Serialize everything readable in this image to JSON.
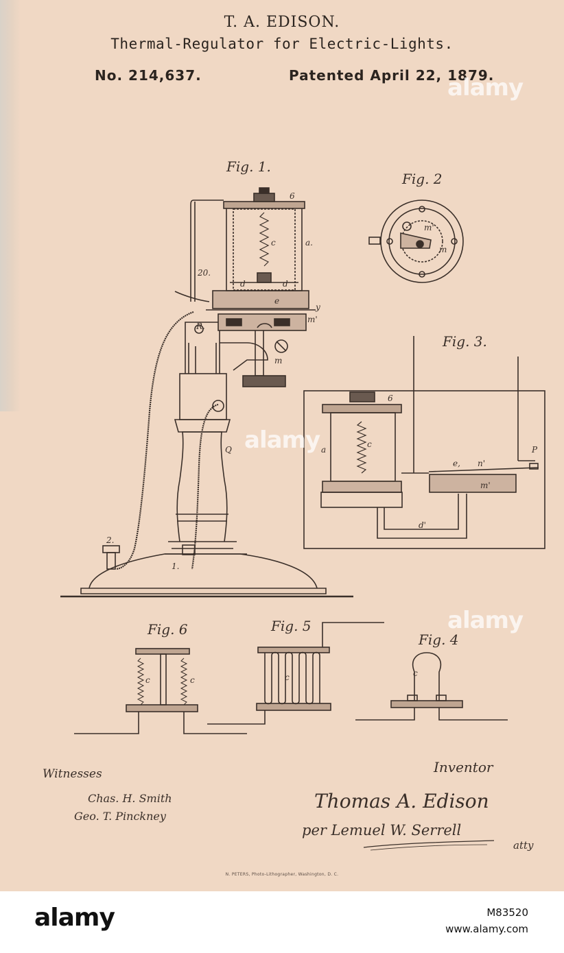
{
  "header": {
    "inventor": "T. A. EDISON.",
    "title": "Thermal-Regulator for Electric-Lights.",
    "patent_number": "No. 214,637.",
    "patent_date": "Patented April 22, 1879."
  },
  "figures": {
    "fig1": "Fig. 1.",
    "fig2": "Fig. 2",
    "fig3": "Fig. 3.",
    "fig4": "Fig. 4",
    "fig5": "Fig. 5",
    "fig6": "Fig. 6"
  },
  "labels": {
    "six": "6",
    "a": "a.",
    "a_plain": "a",
    "c": "c",
    "d": "d",
    "d_prime": "d'",
    "e": "e",
    "e_comma": "e,",
    "n_prime": "n'",
    "n": "n",
    "m": "m",
    "m_prime": "m'",
    "y": "y",
    "r": "R.",
    "twenty": "20.",
    "q": "Q",
    "p": "P",
    "one": "1.",
    "two": "2."
  },
  "signatures": {
    "witnesses_heading": "Witnesses",
    "witness_1": "Chas. H. Smith",
    "witness_2": "Geo. T. Pinckney",
    "inventor_heading": "Inventor",
    "inventor_signature": "Thomas A. Edison",
    "attorney_signature": "per Lemuel W. Serrell",
    "attorney_suffix": "atty"
  },
  "printer_credit": "N. PETERS, Photo-Lithographer, Washington, D. C.",
  "watermark": {
    "logo": "alamy",
    "image_id": "M83520",
    "site": "www.alamy.com"
  },
  "colors": {
    "paper": "#f0d8c4",
    "ink": "#2b241f"
  }
}
